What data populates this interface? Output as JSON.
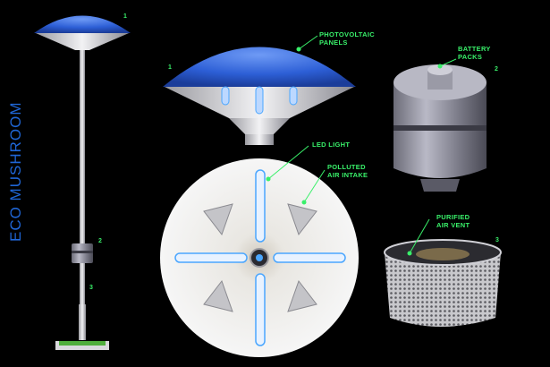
{
  "title": "ECO MUSHROOM",
  "labels": {
    "photovoltaic": [
      "PHOTOVOLTAIC",
      "PANELS"
    ],
    "battery": [
      "BATTERY",
      "PACKS"
    ],
    "led": [
      "LED LIGHT"
    ],
    "polluted": [
      "POLLUTED",
      "AIR INTAKE"
    ],
    "purified": [
      "PURIFIED",
      "AIR VENT"
    ]
  },
  "numbers": {
    "lamp_top": "1",
    "lamp_mid": "2",
    "lamp_low": "3",
    "canopy": "1",
    "battery": "2",
    "vent": "3"
  },
  "colors": {
    "accent_green": "#39f06a",
    "title_blue": "#1f66d6",
    "panel_blue": "#3d6fe0",
    "led_blue": "#4aa6ff"
  }
}
